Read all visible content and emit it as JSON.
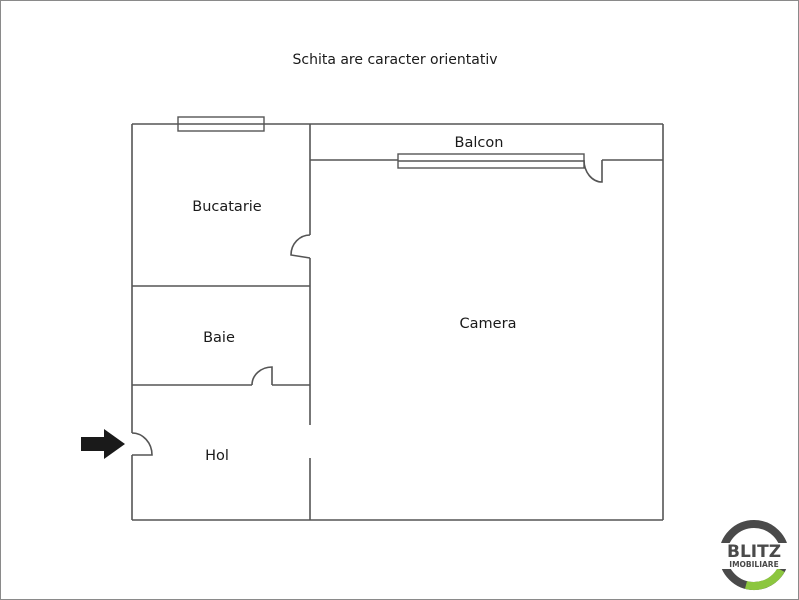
{
  "title": "Schita are caracter orientativ",
  "rooms": {
    "bucatarie": "Bucatarie",
    "baie": "Baie",
    "hol": "Hol",
    "camera": "Camera",
    "balcon": "Balcon"
  },
  "entrance": {
    "icon": "arrow-right-icon"
  },
  "logo": {
    "brand": "BLITZ",
    "subtitle": "IMOBILIARE",
    "colors": {
      "ring_dark": "#4a4a4a",
      "ring_accent": "#8cc63f",
      "text": "#4a4a4a"
    }
  },
  "colors": {
    "wall": "#555555",
    "background": "#ffffff",
    "text": "#1a1a1a"
  }
}
